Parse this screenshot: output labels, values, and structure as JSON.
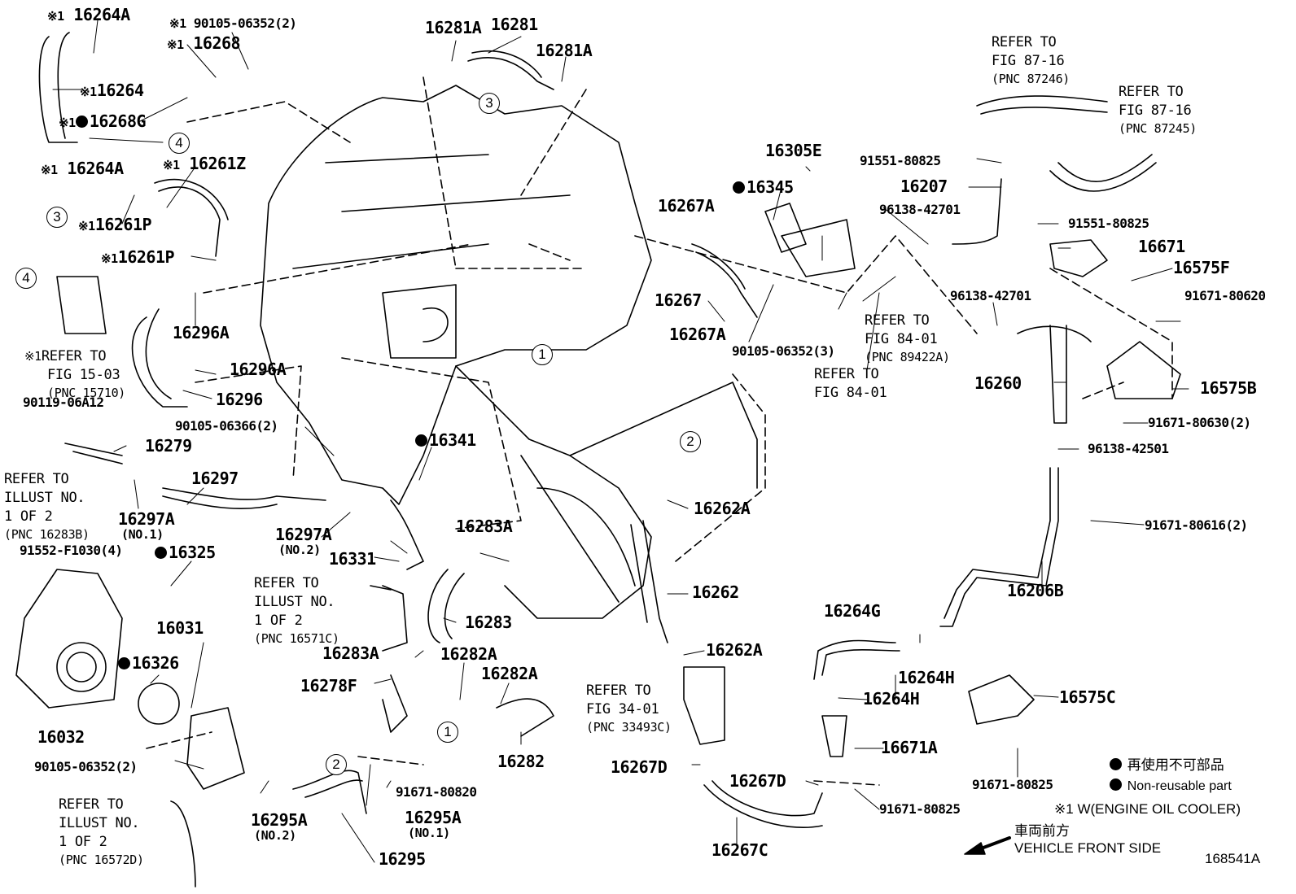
{
  "diagram_id": "168541A",
  "legend": {
    "non_reusable_jp": "再使用不可部品",
    "non_reusable_en": "Non-reusable part",
    "note1_mark": "※1",
    "note1_text": "W(ENGINE OIL COOLER)",
    "front_jp": "車両前方",
    "front_en": "VEHICLE FRONT SIDE"
  },
  "circle_labels": [
    "1",
    "2",
    "3",
    "4"
  ],
  "part_labels": [
    {
      "id": "p1",
      "note": "※1",
      "code": "16264A"
    },
    {
      "id": "p2",
      "note": "※1",
      "code": "90105-06352(2)"
    },
    {
      "id": "p3",
      "note": "※1",
      "code": "16268"
    },
    {
      "id": "p4",
      "note": "※1",
      "code": "16264"
    },
    {
      "id": "p5",
      "note": "※1",
      "code": "16268G",
      "non_reusable": true
    },
    {
      "id": "p6",
      "note": "※1",
      "code": "16264A"
    },
    {
      "id": "p7",
      "note": "※1",
      "code": "16261Z"
    },
    {
      "id": "p8",
      "note": "※1",
      "code": "16261P"
    },
    {
      "id": "p9",
      "note": "※1",
      "code": "16261P"
    },
    {
      "id": "p10",
      "code": "16296A"
    },
    {
      "id": "p11",
      "code": "16296A"
    },
    {
      "id": "p12",
      "code": "16296"
    },
    {
      "id": "p13",
      "code": "90119-06A12"
    },
    {
      "id": "p14",
      "code": "16279"
    },
    {
      "id": "p15",
      "code": "90105-06366(2)"
    },
    {
      "id": "p16",
      "code": "16297"
    },
    {
      "id": "p17",
      "code": "16297A",
      "sub": "(NO.1)"
    },
    {
      "id": "p18",
      "code": "16297A",
      "sub": "(NO.2)"
    },
    {
      "id": "p19",
      "code": "91552-F1030(4)"
    },
    {
      "id": "p20",
      "code": "16325",
      "non_reusable": true
    },
    {
      "id": "p21",
      "code": "16031"
    },
    {
      "id": "p22",
      "code": "16326",
      "non_reusable": true
    },
    {
      "id": "p23",
      "code": "16032"
    },
    {
      "id": "p24",
      "code": "90105-06352(2)"
    },
    {
      "id": "p25",
      "code": "16295A",
      "sub": "(NO.2)"
    },
    {
      "id": "p26",
      "code": "16295A",
      "sub": "(NO.1)"
    },
    {
      "id": "p27",
      "code": "16295"
    },
    {
      "id": "p28",
      "code": "16281A"
    },
    {
      "id": "p29",
      "code": "16281"
    },
    {
      "id": "p30",
      "code": "16281A"
    },
    {
      "id": "p31",
      "code": "16341",
      "non_reusable": true
    },
    {
      "id": "p32",
      "code": "16331"
    },
    {
      "id": "p33",
      "code": "16283A"
    },
    {
      "id": "p34",
      "code": "16283"
    },
    {
      "id": "p35",
      "code": "16283A"
    },
    {
      "id": "p36",
      "code": "16282A"
    },
    {
      "id": "p37",
      "code": "16282A"
    },
    {
      "id": "p38",
      "code": "16278F"
    },
    {
      "id": "p39",
      "code": "16282"
    },
    {
      "id": "p40",
      "code": "91671-80820"
    },
    {
      "id": "p41",
      "code": "16267A"
    },
    {
      "id": "p42",
      "code": "16267"
    },
    {
      "id": "p43",
      "code": "16267A"
    },
    {
      "id": "p44",
      "code": "16305E"
    },
    {
      "id": "p45",
      "code": "16345",
      "non_reusable": true
    },
    {
      "id": "p46",
      "code": "90105-06352(3)"
    },
    {
      "id": "p47",
      "code": "16262A"
    },
    {
      "id": "p48",
      "code": "16262"
    },
    {
      "id": "p49",
      "code": "16262A"
    },
    {
      "id": "p50",
      "code": "16267D"
    },
    {
      "id": "p51",
      "code": "16267D"
    },
    {
      "id": "p52",
      "code": "16267C"
    },
    {
      "id": "p53",
      "code": "91551-80825"
    },
    {
      "id": "p54",
      "code": "16207"
    },
    {
      "id": "p55",
      "code": "96138-42701"
    },
    {
      "id": "p56",
      "code": "91551-80825"
    },
    {
      "id": "p57",
      "code": "16671"
    },
    {
      "id": "p58",
      "code": "16575F"
    },
    {
      "id": "p59",
      "code": "96138-42701"
    },
    {
      "id": "p60",
      "code": "91671-80620"
    },
    {
      "id": "p61",
      "code": "16260"
    },
    {
      "id": "p62",
      "code": "16575B"
    },
    {
      "id": "p63",
      "code": "91671-80630(2)"
    },
    {
      "id": "p64",
      "code": "96138-42501"
    },
    {
      "id": "p65",
      "code": "91671-80616(2)"
    },
    {
      "id": "p66",
      "code": "16206B"
    },
    {
      "id": "p67",
      "code": "16264G"
    },
    {
      "id": "p68",
      "code": "16264H"
    },
    {
      "id": "p69",
      "code": "16264H"
    },
    {
      "id": "p70",
      "code": "16575C"
    },
    {
      "id": "p71",
      "code": "16671A"
    },
    {
      "id": "p72",
      "code": "91671-80825"
    },
    {
      "id": "p73",
      "code": "91671-80825"
    }
  ],
  "references": [
    {
      "id": "r1",
      "note": "※1",
      "lines": [
        "REFER TO",
        "FIG 15-03",
        "(PNC 15710)"
      ]
    },
    {
      "id": "r2",
      "lines": [
        "REFER TO",
        "ILLUST NO.",
        "1 OF 2",
        "(PNC 16283B)"
      ]
    },
    {
      "id": "r3",
      "lines": [
        "REFER TO",
        "ILLUST NO.",
        "1 OF 2",
        "(PNC 16571C)"
      ]
    },
    {
      "id": "r4",
      "lines": [
        "REFER TO",
        "ILLUST NO.",
        "1 OF 2",
        "(PNC 16572D)"
      ]
    },
    {
      "id": "r5",
      "lines": [
        "REFER TO",
        "FIG 34-01",
        "(PNC 33493C)"
      ]
    },
    {
      "id": "r6",
      "lines": [
        "REFER TO",
        "FIG 87-16",
        "(PNC 87246)"
      ]
    },
    {
      "id": "r7",
      "lines": [
        "REFER TO",
        "FIG 87-16",
        "(PNC 87245)"
      ]
    },
    {
      "id": "r8",
      "lines": [
        "REFER TO",
        "FIG 84-01",
        "(PNC 89422A)"
      ]
    },
    {
      "id": "r9",
      "lines": [
        "REFER TO",
        "FIG 84-01"
      ]
    }
  ]
}
